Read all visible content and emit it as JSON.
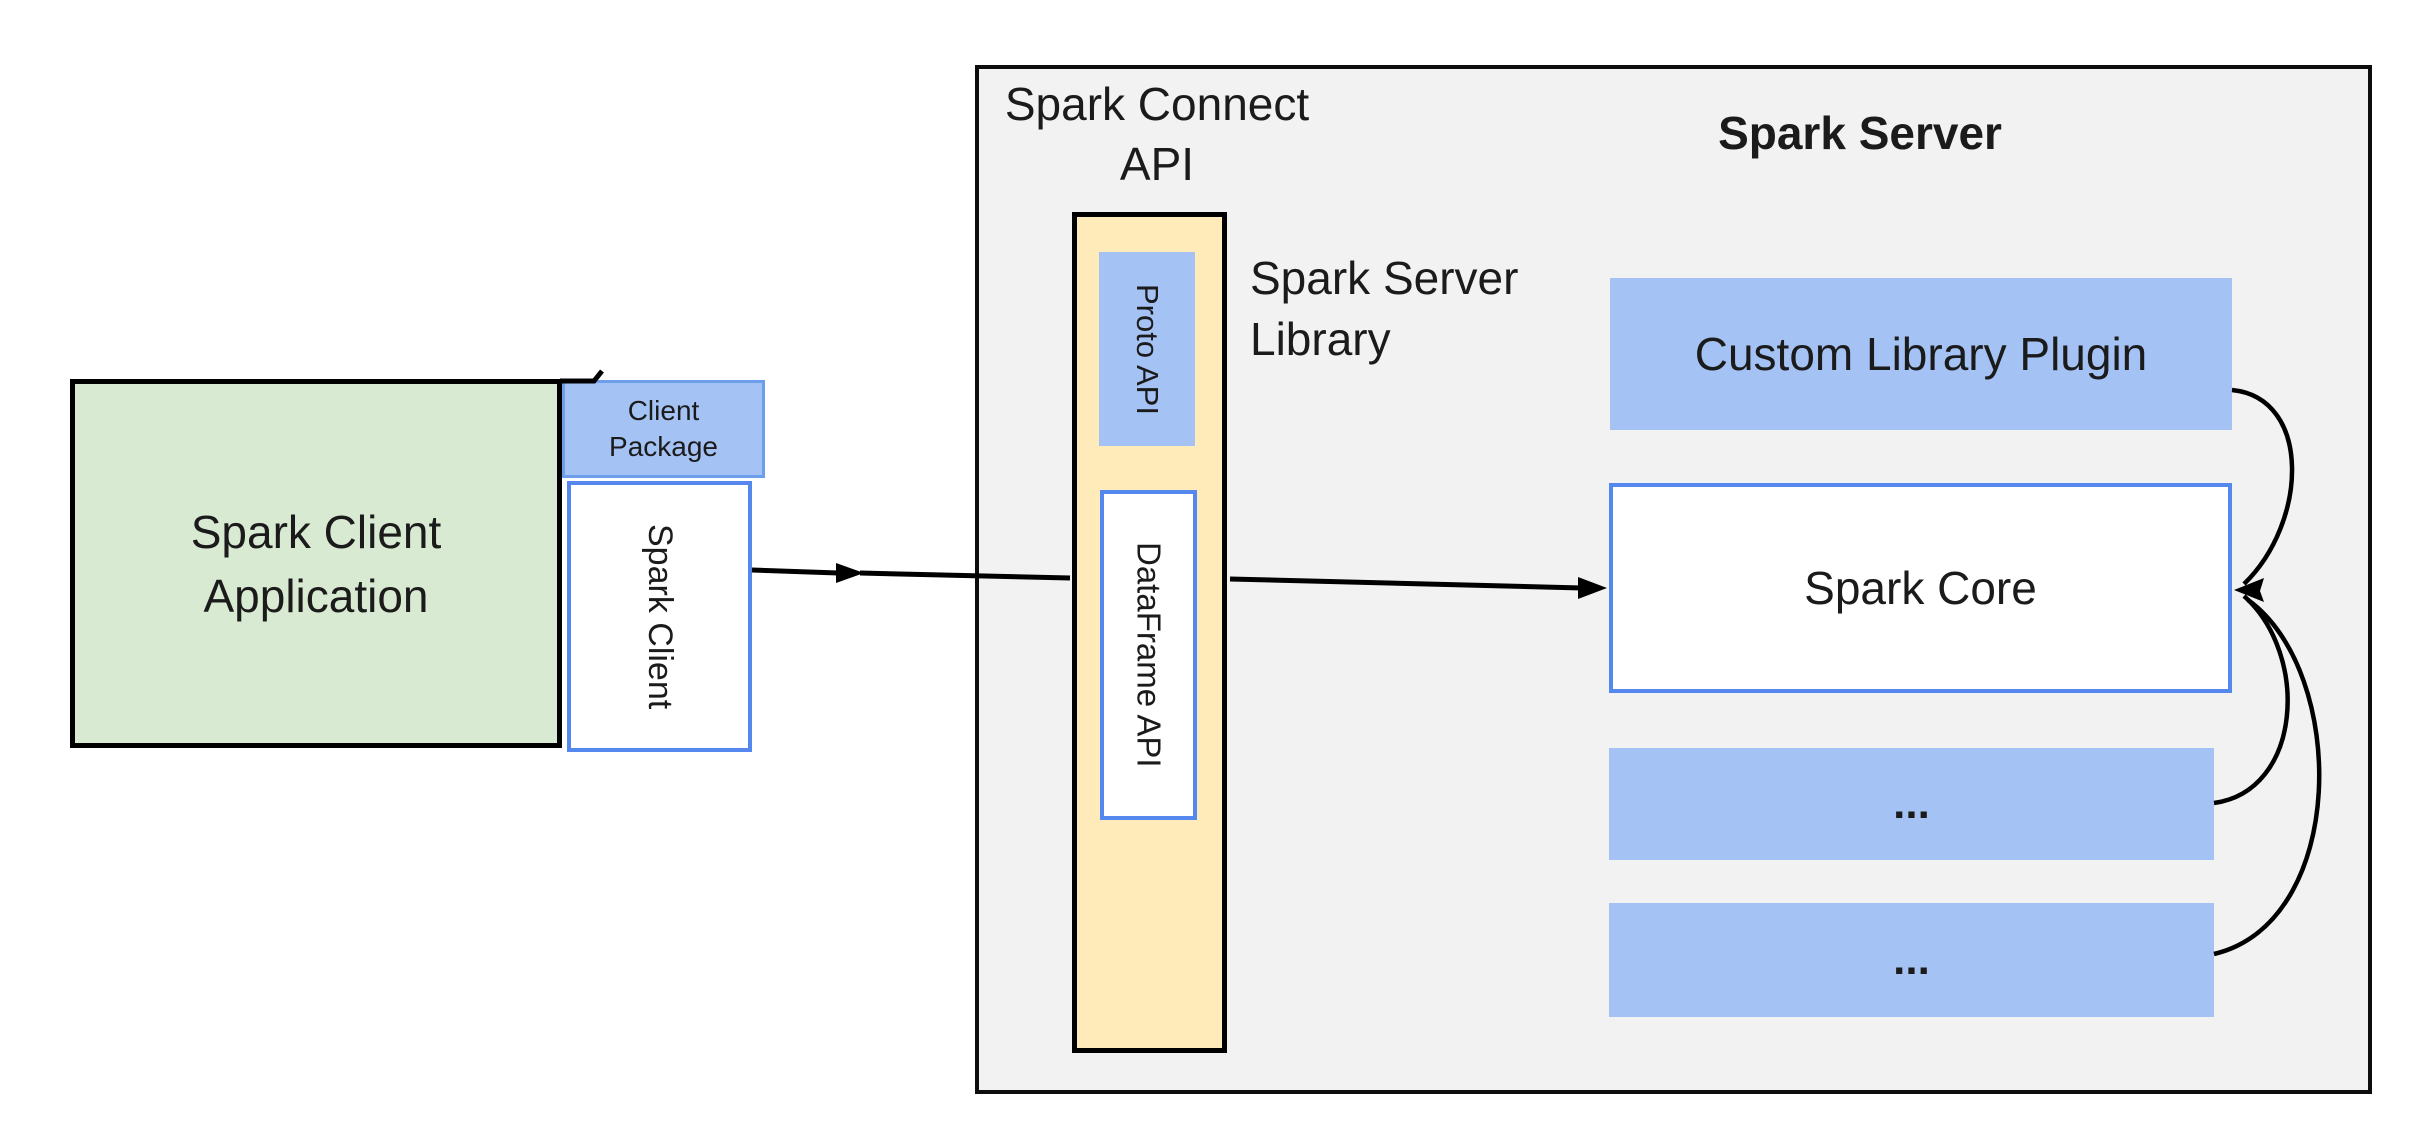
{
  "diagram": {
    "client_app": {
      "label": "Spark Client Application"
    },
    "client_package": {
      "label": "Client Package"
    },
    "spark_client": {
      "label": "Spark Client"
    },
    "spark_connect_api": {
      "title": "Spark Connect API"
    },
    "proto_api": {
      "label": "Proto API"
    },
    "dataframe_api": {
      "label": "DataFrame API"
    },
    "spark_server_library": {
      "label": "Spark Server Library"
    },
    "spark_server": {
      "title": "Spark Server"
    },
    "custom_library_plugin": {
      "label": "Custom Library Plugin"
    },
    "spark_core": {
      "label": "Spark Core"
    },
    "ellipsis_box_1": {
      "label": "..."
    },
    "ellipsis_box_2": {
      "label": "..."
    }
  },
  "colors": {
    "green": "#d9ead3",
    "blue": "#a4c2f4",
    "blue-border": "#6d9eeb",
    "core-border": "#5588ee",
    "yellow": "#ffebba",
    "gray": "#f2f2f3",
    "ink": "#1b1b1b"
  }
}
